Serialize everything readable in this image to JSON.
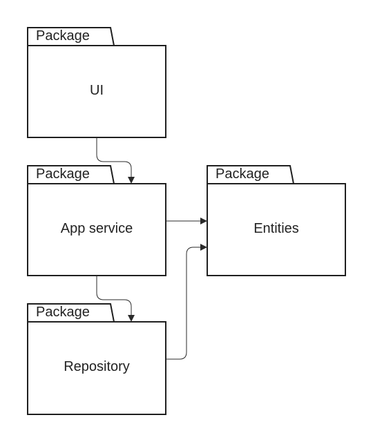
{
  "diagram": {
    "type": "uml-package-diagram",
    "colors": {
      "stroke": "#1f1f1f",
      "fill": "#ffffff",
      "text": "#222222"
    },
    "packages": [
      {
        "id": "ui",
        "stereotype": "Package",
        "name": "UI"
      },
      {
        "id": "app",
        "stereotype": "Package",
        "name": "App service"
      },
      {
        "id": "entities",
        "stereotype": "Package",
        "name": "Entities"
      },
      {
        "id": "repo",
        "stereotype": "Package",
        "name": "Repository"
      }
    ],
    "dependencies": [
      {
        "from": "ui",
        "to": "app"
      },
      {
        "from": "app",
        "to": "entities"
      },
      {
        "from": "app",
        "to": "repo"
      },
      {
        "from": "repo",
        "to": "entities"
      }
    ]
  }
}
